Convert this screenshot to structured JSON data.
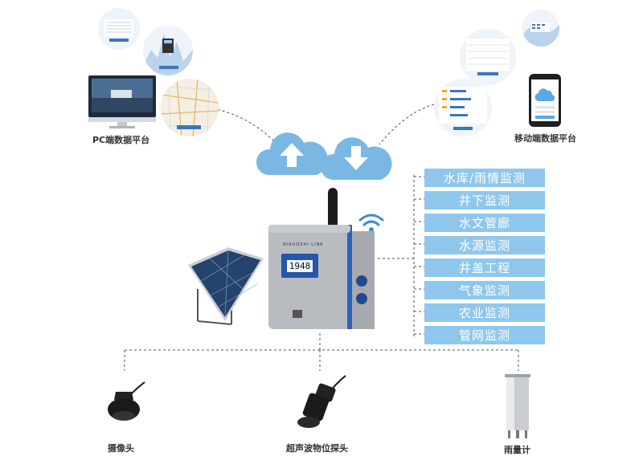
{
  "pc_label": "PC端数据平台",
  "mobile_label": "移动端数据平台",
  "applications": [
    "水库/雨情监测",
    "井下监测",
    "水文管廊",
    "水源监测",
    "井盖工程",
    "气象监测",
    "农业监测",
    "管网监测"
  ],
  "sensors": [
    {
      "name": "摄像头",
      "icon": "camera-icon"
    },
    {
      "name": "超声波物位探头",
      "icon": "ultrasonic-probe-icon"
    },
    {
      "name": "雨量计",
      "icon": "rain-gauge-icon"
    }
  ],
  "device_display": "1948",
  "device_brand": "NIRUOSHI LINK",
  "colors": {
    "accent": "#8fc7ec",
    "cloud": "#7ab8e3",
    "dash": "#555555"
  }
}
